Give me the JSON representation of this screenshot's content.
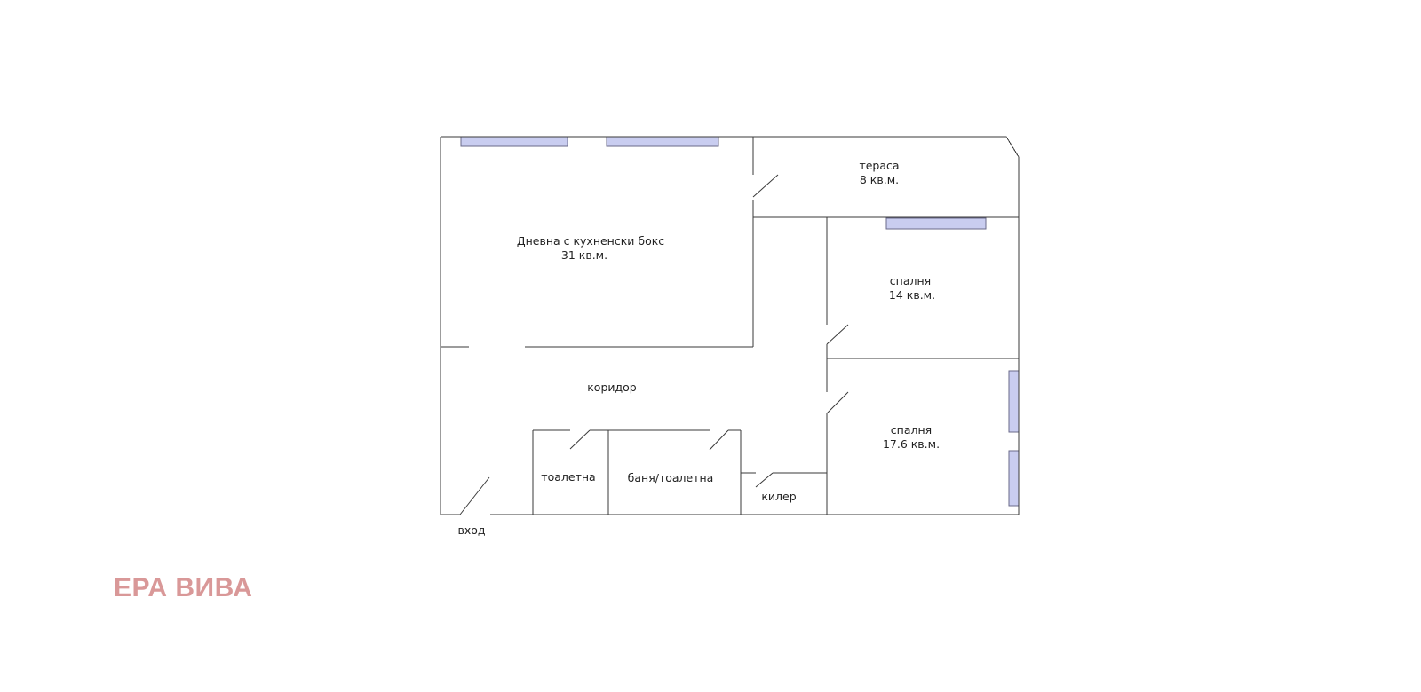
{
  "rooms": {
    "living": {
      "name": "Дневна с кухненски бокс",
      "area": "31 кв.м."
    },
    "terrace": {
      "name": "тераса",
      "area": "8 кв.м."
    },
    "bedroom_1": {
      "name": "спалня",
      "area": "14 кв.м."
    },
    "bedroom_2": {
      "name": "спалня",
      "area": "17.6 кв.м."
    },
    "corridor": {
      "name": "коридор"
    },
    "toilet": {
      "name": "тоалетна"
    },
    "bathroom": {
      "name": "баня/тоалетна"
    },
    "storage": {
      "name": "килер"
    },
    "entrance": {
      "name": "вход"
    }
  },
  "watermark": {
    "text": "ЕРА ВИВА"
  },
  "colors": {
    "wall": "#3a3a3a",
    "window_fill": "#c9cdf0",
    "watermark": "#d99898"
  }
}
